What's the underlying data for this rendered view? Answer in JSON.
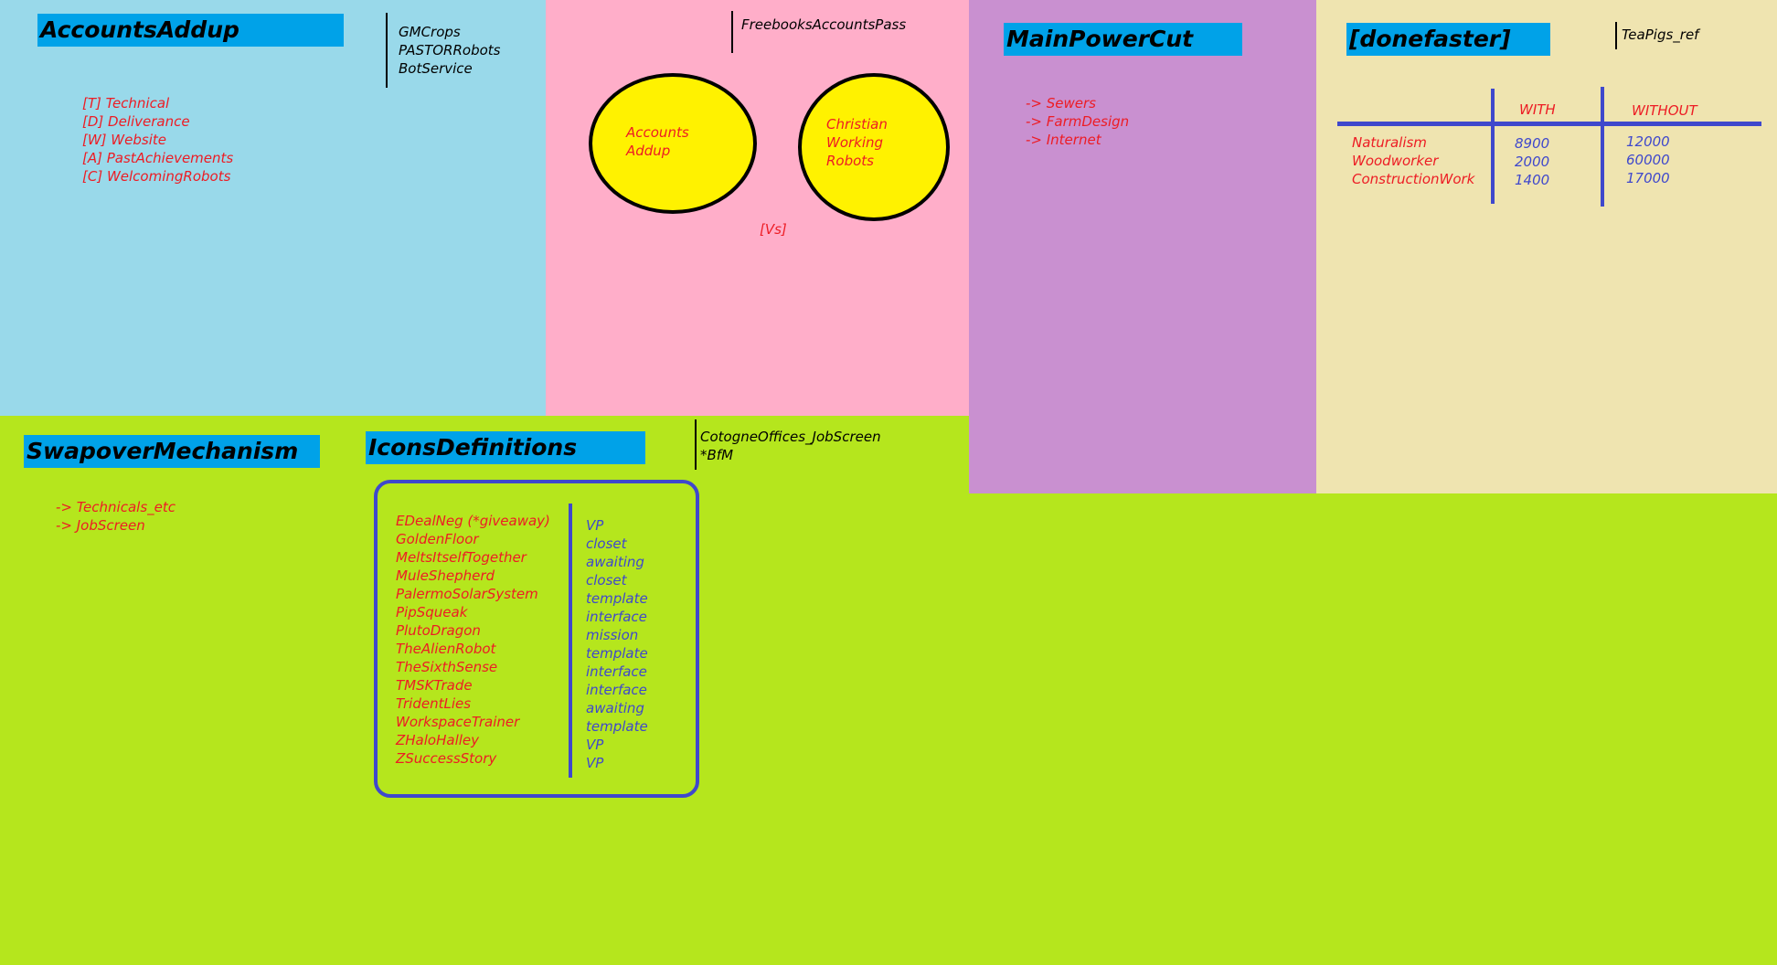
{
  "accounts_addup": {
    "title": "AccountsAddup",
    "refs": [
      "GMCrops",
      "PASTORRobots",
      "BotService"
    ],
    "items": [
      "[T] Technical",
      "[D] Deliverance",
      "[W] Website",
      "[A] PastAchievements",
      "[C] WelcomingRobots"
    ]
  },
  "pink": {
    "ref": "FreebooksAccountsPass",
    "circle_left": [
      "Accounts",
      "Addup"
    ],
    "circle_right": [
      "Christian",
      "Working",
      "Robots"
    ],
    "vs": "[Vs]"
  },
  "main_power_cut": {
    "title": "MainPowerCut",
    "items": [
      "-> Sewers",
      "-> FarmDesign",
      "-> Internet"
    ]
  },
  "donefaster": {
    "title": "[donefaster]",
    "ref": "TeaPigs_ref",
    "col_with": "WITH",
    "col_without": "WITHOUT",
    "rows": [
      {
        "name": "Naturalism",
        "with": "8900",
        "without": "12000"
      },
      {
        "name": "Woodworker",
        "with": "2000",
        "without": "60000"
      },
      {
        "name": "ConstructionWork",
        "with": "1400",
        "without": "17000"
      }
    ]
  },
  "swapover": {
    "title": "SwapoverMechanism",
    "items": [
      "-> Technicals_etc",
      "-> JobScreen"
    ]
  },
  "icons_definitions": {
    "title": "IconsDefinitions",
    "ref_lines": [
      "CotogneOffices_JobScreen",
      "*BfM"
    ],
    "names": [
      "EDealNeg (*giveaway)",
      "GoldenFloor",
      "MeltsItselfTogether",
      "MuleShepherd",
      "PalermoSolarSystem",
      "PipSqueak",
      "PlutoDragon",
      "TheAlienRobot",
      "TheSixthSense",
      "TMSKTrade",
      "TridentLies",
      "WorkspaceTrainer",
      "ZHaloHalley",
      "ZSuccessStory"
    ],
    "kinds": [
      "VP",
      "closet",
      "awaiting",
      "closet",
      "template",
      "interface",
      "mission",
      "template",
      "interface",
      "interface",
      "awaiting",
      "template",
      "VP",
      "VP"
    ]
  },
  "colors": {
    "lime_bg": "#b5e61d",
    "light_blue": "#99d9ea",
    "pink": "#ffaec9",
    "purple": "#c990d0",
    "beige": "#efe4b0",
    "title_blue": "#00a2e8",
    "red_text": "#ed1c24",
    "blue_text": "#3f48cc",
    "yellow": "#fff200"
  }
}
